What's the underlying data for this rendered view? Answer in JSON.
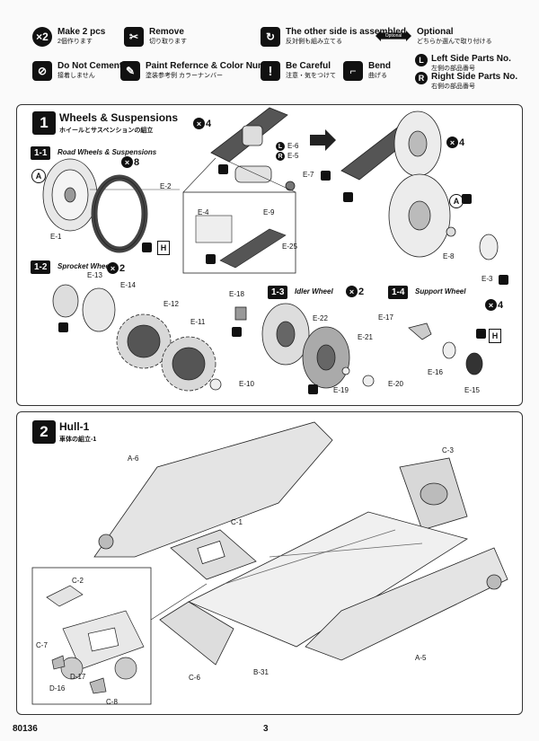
{
  "legend": {
    "make2": {
      "icon": "×2",
      "title": "Make 2 pcs",
      "sub": "2個作ります"
    },
    "remove": {
      "title": "Remove",
      "sub": "切り取ります"
    },
    "other_side": {
      "title": "The other side is assembled.",
      "sub": "反対側も組み立てる"
    },
    "optional": {
      "badge": "Optional",
      "title": "Optional",
      "sub": "どちらか選んで取り付ける"
    },
    "no_cement": {
      "title": "Do Not Cement",
      "sub": "接着しません"
    },
    "paint": {
      "title": "Paint Refernce & Color Number",
      "sub": "塗装参考例 カラーナンバー"
    },
    "careful": {
      "title": "Be Careful",
      "sub": "注意・気をつけて"
    },
    "bend": {
      "title": "Bend",
      "sub": "曲げる"
    },
    "left": {
      "letter": "L",
      "title": "Left Side Parts No.",
      "sub": "左側の部品番号"
    },
    "right": {
      "letter": "R",
      "title": "Right Side Parts No.",
      "sub": "右側の部品番号"
    }
  },
  "step1": {
    "num": "1",
    "title": "Wheels & Suspensions",
    "sub": "ホイールとサスペンションの組立",
    "s11": {
      "num": "1-1",
      "title": "Road Wheels & Suspensions"
    },
    "s12": {
      "num": "1-2",
      "title": "Sprocket Wheel"
    },
    "s13": {
      "num": "1-3",
      "title": "Idler Wheel"
    },
    "s14": {
      "num": "1-4",
      "title": "Support Wheel"
    },
    "mult": {
      "x4a": "4",
      "x8": "8",
      "x4b": "4",
      "x2a": "2",
      "x2b": "2",
      "x4c": "4"
    },
    "letters": {
      "a1": "A",
      "a2": "A",
      "h1": "H",
      "h2": "H",
      "l": "L",
      "r": "R"
    },
    "parts": {
      "e1": "E-1",
      "e2": "E-2",
      "e3": "E-3",
      "e4": "E-4",
      "e5": "E-5",
      "e6": "E-6",
      "e7": "E-7",
      "e8": "E-8",
      "e9": "E-9",
      "e10": "E-10",
      "e11": "E-11",
      "e12": "E-12",
      "e13": "E-13",
      "e14": "E-14",
      "e15": "E-15",
      "e16": "E-16",
      "e17": "E-17",
      "e18": "E-18",
      "e19": "E-19",
      "e20": "E-20",
      "e21": "E-21",
      "e22": "E-22",
      "e25": "E-25"
    }
  },
  "step2": {
    "num": "2",
    "title": "Hull-1",
    "sub": "車体の組立-1",
    "parts": {
      "a5": "A-5",
      "a6": "A-6",
      "b31": "B-31",
      "c1": "C-1",
      "c2": "C-2",
      "c3": "C-3",
      "c6": "C-6",
      "c7": "C-7",
      "c8": "C-8",
      "d16": "D-16",
      "d17": "D-17"
    }
  },
  "footer": {
    "code": "80136",
    "page": "3"
  }
}
